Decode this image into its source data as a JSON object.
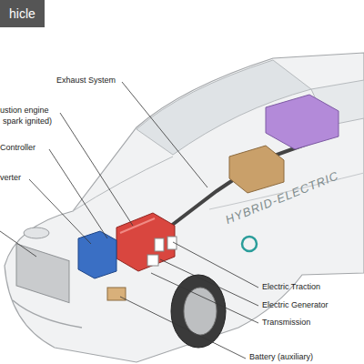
{
  "diagram": {
    "title": "hicle",
    "labels": [
      "Exhaust System",
      "ustion engine",
      "spark ignited)",
      "Controller",
      "verter",
      "HYBRID-ELECTRIC",
      "Electric Traction",
      "Electric Generator",
      "Transmission",
      "Battery (auxiliary)"
    ]
  }
}
